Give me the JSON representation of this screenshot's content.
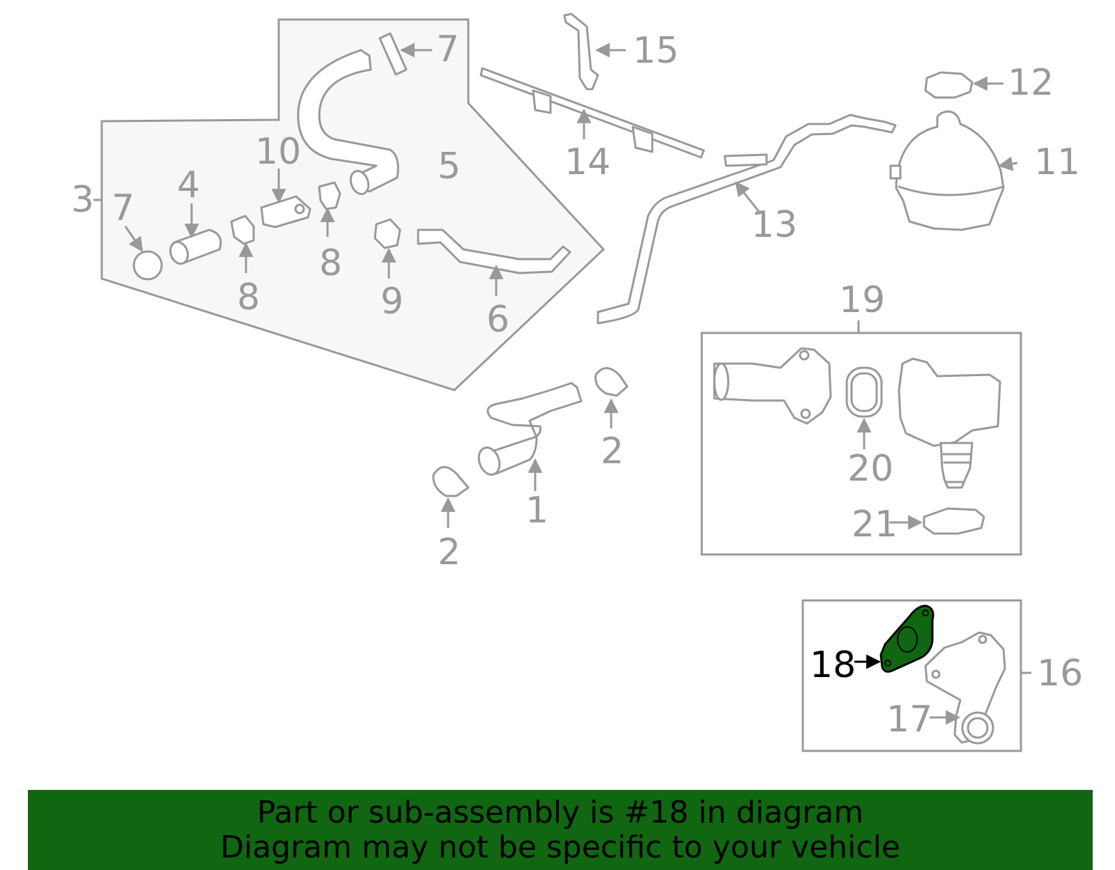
{
  "callouts": {
    "c1": "1",
    "c2a": "2",
    "c2b": "2",
    "c3": "3",
    "c4": "4",
    "c5": "5",
    "c6": "6",
    "c7a": "7",
    "c7b": "7",
    "c8a": "8",
    "c8b": "8",
    "c9": "9",
    "c10": "10",
    "c11": "11",
    "c12": "12",
    "c13": "13",
    "c14": "14",
    "c15": "15",
    "c16": "16",
    "c17": "17",
    "c18": "18",
    "c19": "19",
    "c20": "20",
    "c21": "21"
  },
  "highlight": {
    "part_number": "18",
    "color": "#116611"
  },
  "banner": {
    "line1": "Part or sub-assembly is #18 in diagram",
    "line2": "Diagram may not be specific to your vehicle",
    "color": "#116611"
  }
}
